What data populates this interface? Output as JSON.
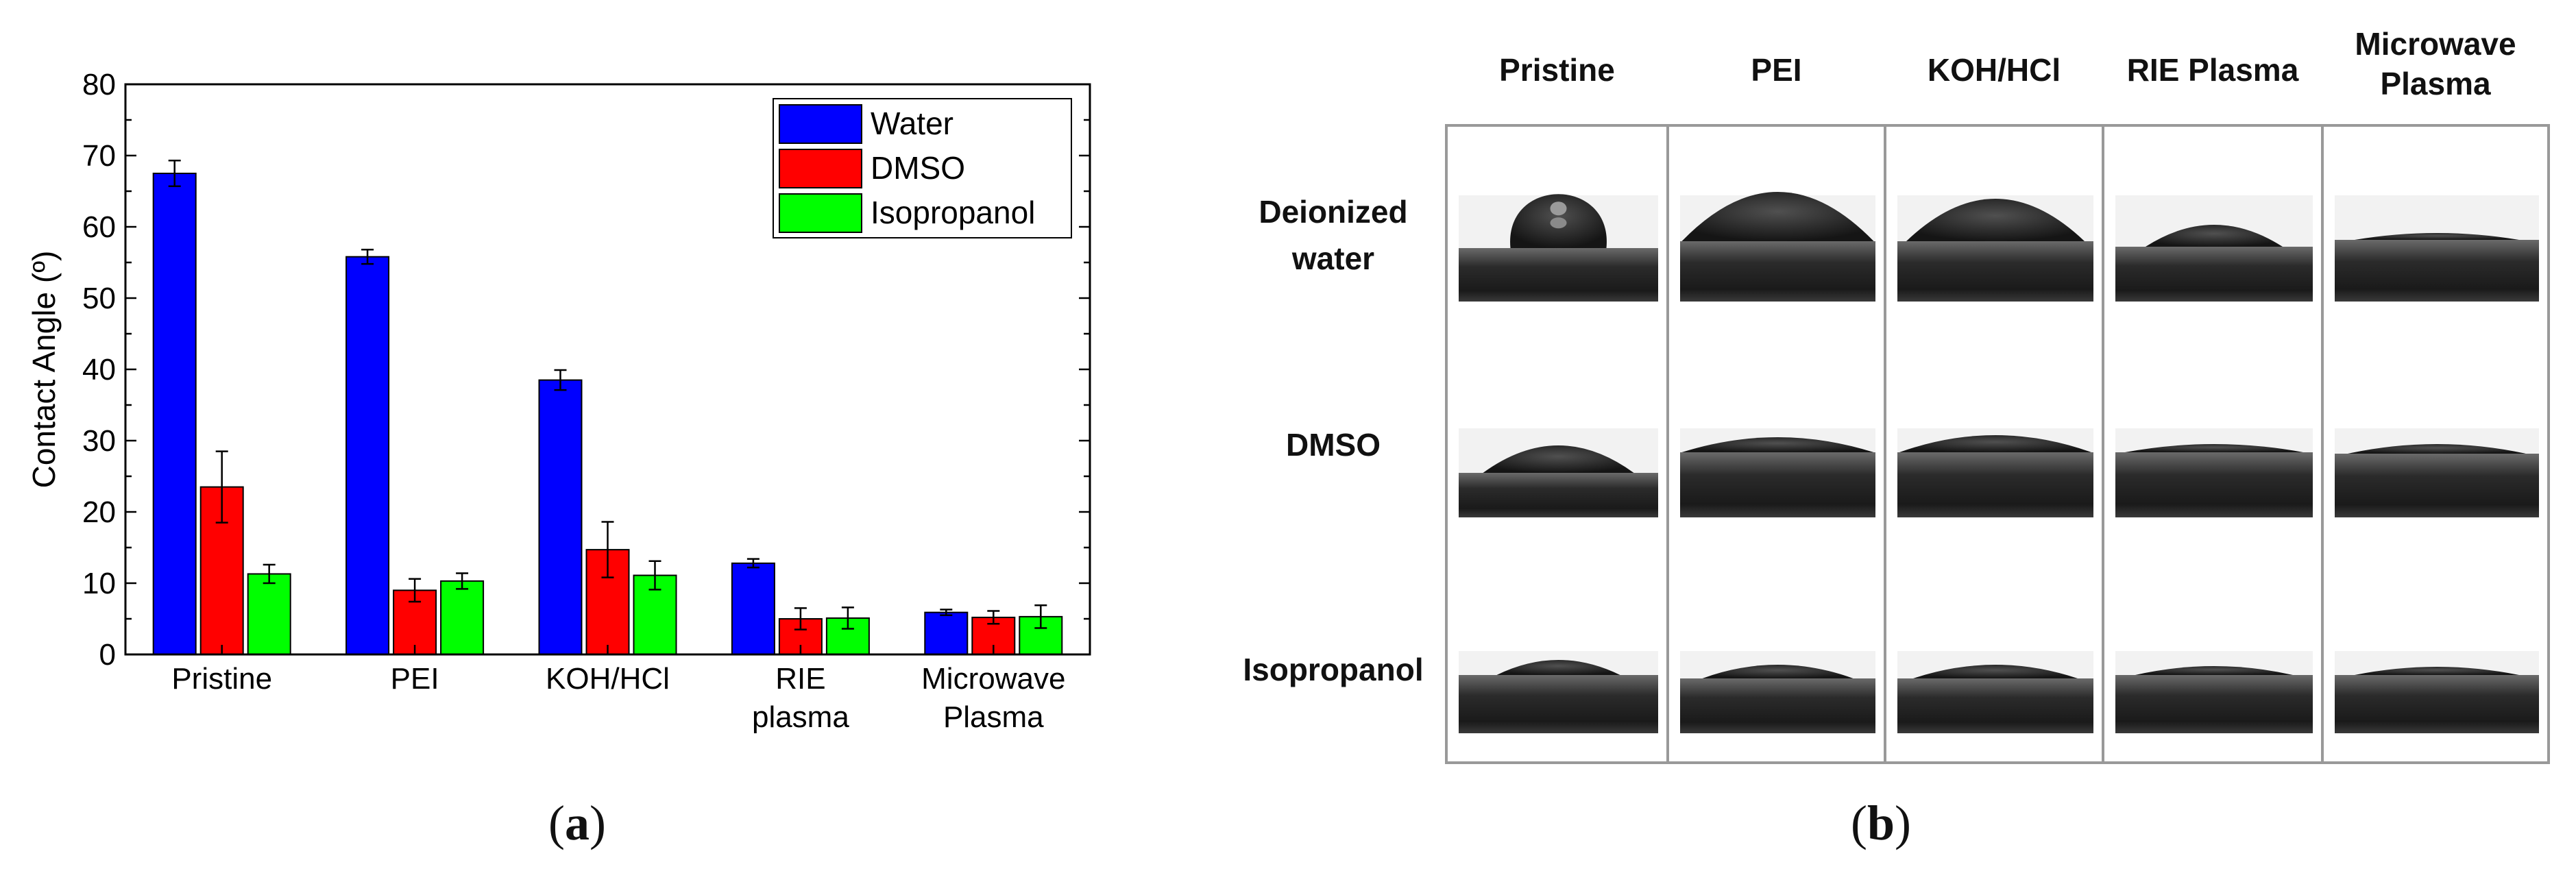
{
  "chart_data": {
    "type": "bar",
    "title": "",
    "xlabel": "",
    "ylabel": "Contact Angle (º)",
    "ylim": [
      0,
      80
    ],
    "yticks": [
      "0",
      "10",
      "20",
      "30",
      "40",
      "50",
      "60",
      "70",
      "80"
    ],
    "categories": [
      [
        "Pristine"
      ],
      [
        "PEI"
      ],
      [
        "KOH/HCl"
      ],
      [
        "RIE",
        "plasma"
      ],
      [
        "Microwave",
        "Plasma"
      ]
    ],
    "series": [
      {
        "name": "Water",
        "color": "#0000ff",
        "values": [
          67.5,
          55.8,
          38.5,
          12.8,
          5.9
        ],
        "errors": [
          1.8,
          1.0,
          1.4,
          0.6,
          0.4
        ]
      },
      {
        "name": "DMSO",
        "color": "#ff0000",
        "values": [
          23.5,
          9.0,
          14.7,
          5.0,
          5.2
        ],
        "errors": [
          5.0,
          1.6,
          3.9,
          1.5,
          0.9
        ]
      },
      {
        "name": "Isopropanol",
        "color": "#00ff00",
        "values": [
          11.3,
          10.3,
          11.1,
          5.1,
          5.3
        ],
        "errors": [
          1.3,
          1.1,
          2.0,
          1.5,
          1.6
        ]
      }
    ],
    "grid": false,
    "legend": "top-right",
    "caption": [
      "(",
      "a",
      ")"
    ]
  },
  "panel_b": {
    "columns": [
      "Pristine",
      "PEI",
      "KOH/HCl",
      "RIE Plasma",
      [
        "Microwave",
        "Plasma"
      ]
    ],
    "rows": [
      [
        "Deionized",
        "water"
      ],
      [
        "DMSO"
      ],
      [
        "Isopropanol"
      ]
    ],
    "caption": [
      "(",
      "b",
      ")"
    ]
  }
}
